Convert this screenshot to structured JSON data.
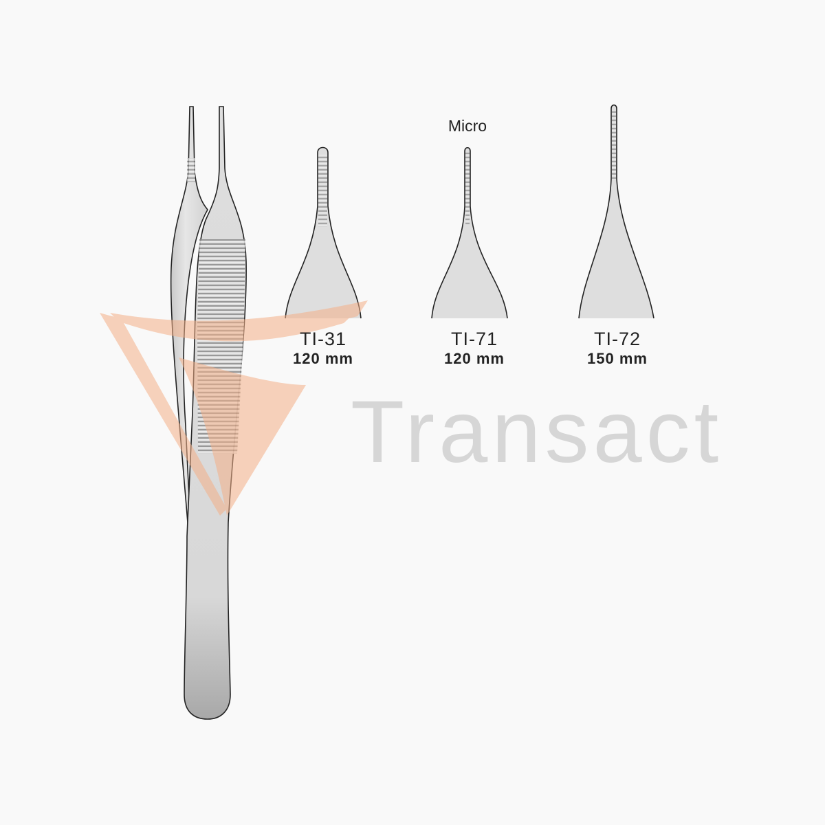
{
  "watermark": {
    "text": "Transact",
    "accent_color": "#f4b088"
  },
  "annotation": "Micro",
  "variants": [
    {
      "code": "TI-31",
      "length": "120 mm"
    },
    {
      "code": "TI-71",
      "length": "120 mm"
    },
    {
      "code": "TI-72",
      "length": "150 mm"
    }
  ]
}
